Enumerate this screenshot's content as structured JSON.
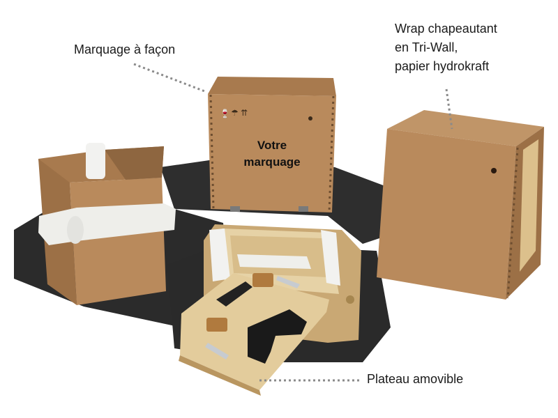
{
  "annotations": {
    "marquage_facon": "Marquage à façon",
    "wrap_line1": "Wrap chapeautant",
    "wrap_line2": "en Tri-Wall,",
    "wrap_line3": "papier hydrokraft",
    "plateau": "Plateau amovible"
  },
  "box_marking": {
    "line1": "Votre",
    "line2": "marquage"
  },
  "handling_symbols": [
    "fragile-glass-icon",
    "umbrella-keep-dry-icon",
    "this-way-up-arrows-icon"
  ],
  "colors": {
    "cardboard": "#b98a5c",
    "cardboard_dark": "#9c7046",
    "plywood": "#dcc08c",
    "foam": "#f2f2f0",
    "shadow": "#2a2a2a",
    "callout_dots": "#8a8a8a"
  }
}
